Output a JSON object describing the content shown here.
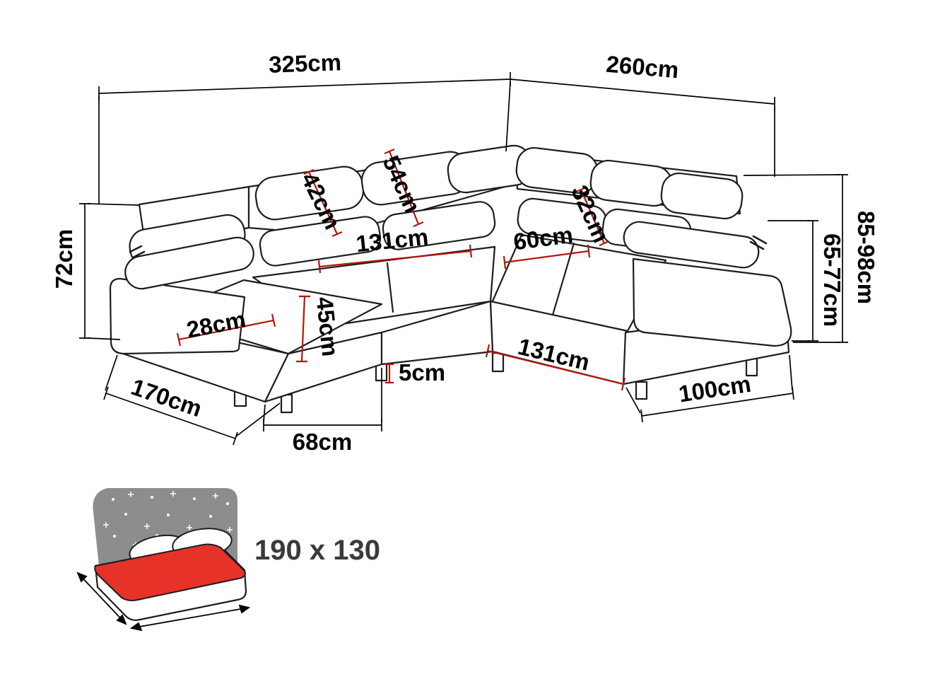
{
  "diagram": {
    "outer_dimensions": {
      "total_width": "325cm",
      "total_depth": "260cm",
      "back_height_left": "72cm",
      "back_height_right": "85-98cm",
      "armrest_height_right": "65-77cm",
      "chaise_side_length": "170cm",
      "chaise_front_width": "68cm",
      "right_end_width": "100cm"
    },
    "detail_dimensions": {
      "headrest_left": "42cm",
      "headrest_middle": "54cm",
      "back_cushion_right": "32cm",
      "seat_width_left": "131cm",
      "seat_depth_right": "60cm",
      "armrest_top_width": "28cm",
      "seat_height": "45cm",
      "leg_height": "5cm",
      "seat_width_right": "131cm"
    },
    "sleeping_function": {
      "bed_size_label": "190 x 130"
    },
    "colors": {
      "outline": "#1d1d1d",
      "dimension_black": "#000000",
      "dimension_red": "#b3160e",
      "mattress_red": "#e63229",
      "panel_gray": "#8d8d8d",
      "star_white": "#ffffff"
    }
  }
}
